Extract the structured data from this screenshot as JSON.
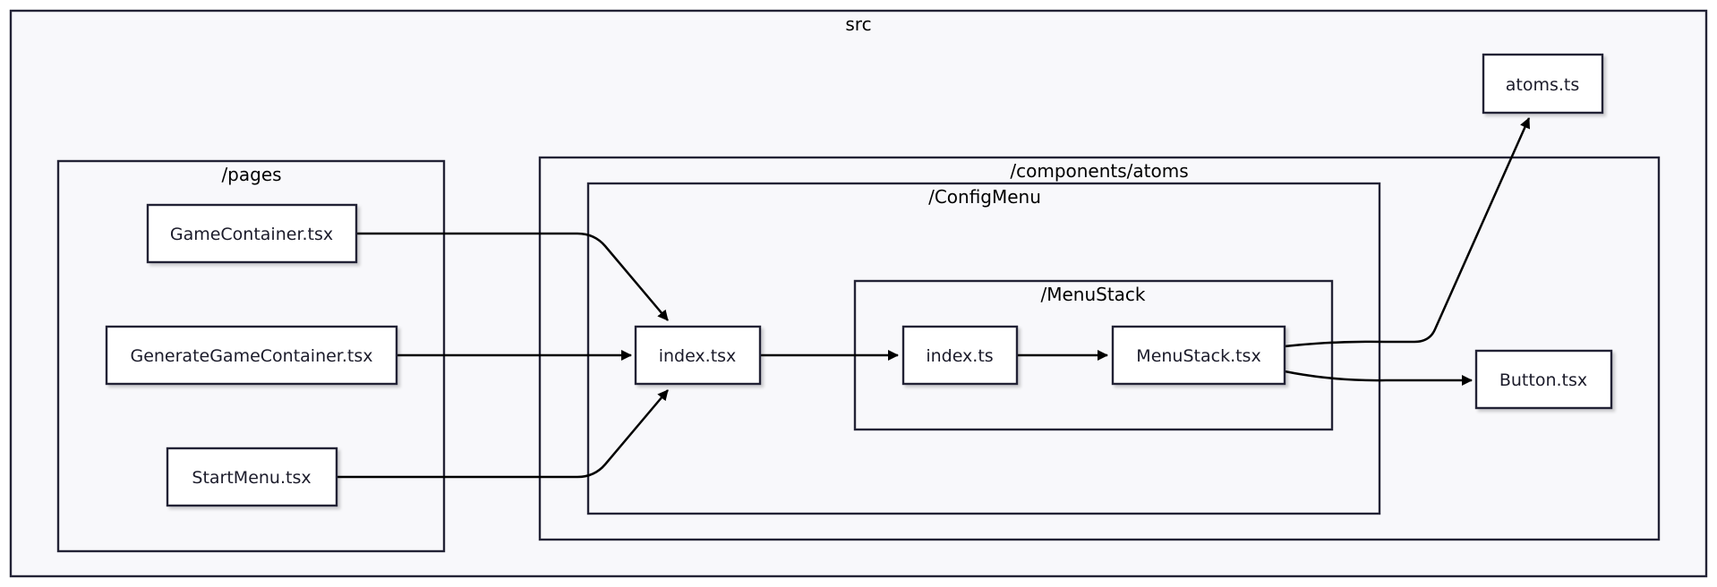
{
  "clusters": {
    "src": "src",
    "pages": "/pages",
    "components_atoms": "/components/atoms",
    "config_menu": "/ConfigMenu",
    "menu_stack": "/MenuStack"
  },
  "nodes": {
    "game_container": "GameContainer.tsx",
    "generate_game_container": "GenerateGameContainer.tsx",
    "start_menu": "StartMenu.tsx",
    "config_index": "index.tsx",
    "menustack_index": "index.ts",
    "menustack_file": "MenuStack.tsx",
    "atoms": "atoms.ts",
    "button": "Button.tsx"
  },
  "edges": [
    {
      "from": "GameContainer.tsx",
      "to": "index.tsx"
    },
    {
      "from": "GenerateGameContainer.tsx",
      "to": "index.tsx"
    },
    {
      "from": "StartMenu.tsx",
      "to": "index.tsx"
    },
    {
      "from": "index.tsx",
      "to": "index.ts"
    },
    {
      "from": "index.ts",
      "to": "MenuStack.tsx"
    },
    {
      "from": "MenuStack.tsx",
      "to": "atoms.ts"
    },
    {
      "from": "MenuStack.tsx",
      "to": "Button.tsx"
    }
  ],
  "colors": {
    "background": "#f8f8fb",
    "stroke": "#232336",
    "edge": "#000000"
  }
}
